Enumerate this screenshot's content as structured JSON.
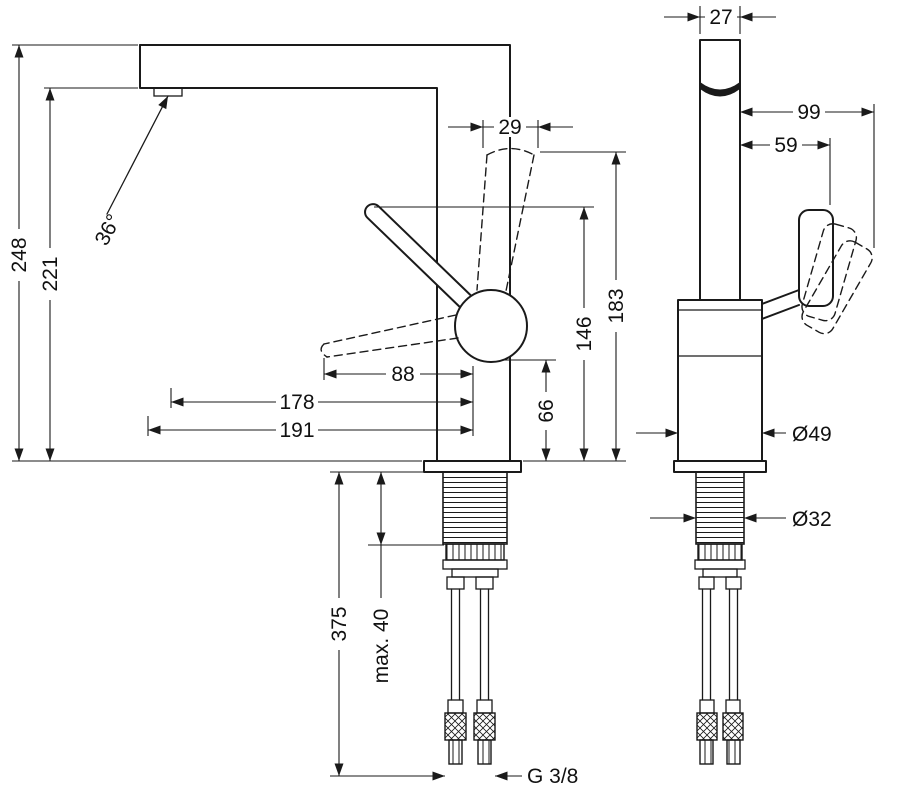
{
  "drawing": {
    "side_view": {
      "d248": "248",
      "d221": "221",
      "a36": "36°",
      "d29": "29",
      "d146": "146",
      "d183": "183",
      "d88": "88",
      "d178": "178",
      "d191": "191",
      "d66": "66",
      "d375": "375",
      "dmax40": "max. 40",
      "thread": "G 3/8"
    },
    "front_view": {
      "d27": "27",
      "d99": "99",
      "d59": "59",
      "d49": "Ø49",
      "d32": "Ø32"
    }
  }
}
